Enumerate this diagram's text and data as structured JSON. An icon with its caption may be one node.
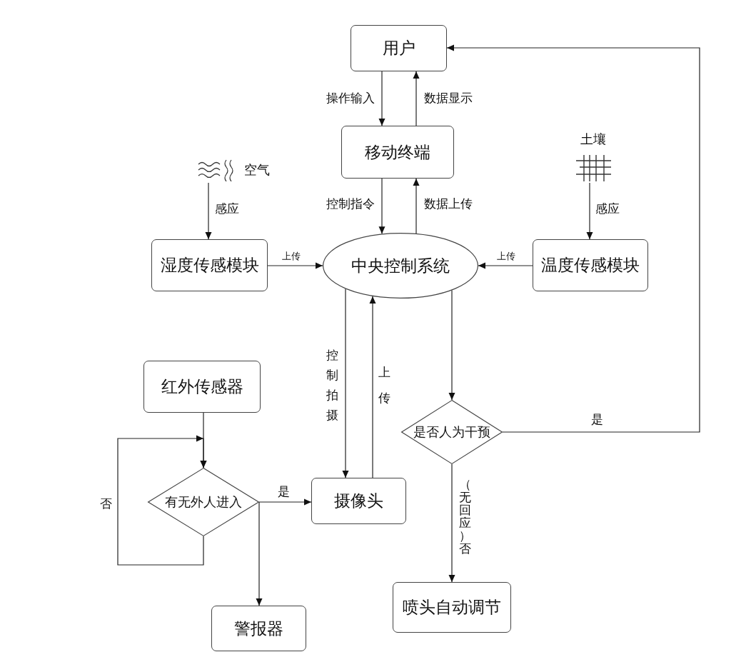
{
  "diagram": {
    "nodes": [
      {
        "text": [
          "用户"
        ]
      },
      {
        "text": [
          "移动终端"
        ]
      },
      {
        "text": [],
        "shape": "picture",
        "beside": [
          "空气"
        ]
      },
      {
        "text": [],
        "shape": "picture",
        "beside": [
          "土壤"
        ]
      },
      {
        "text": [
          "湿度传感模块"
        ]
      },
      {
        "text": [
          "中央控制系统"
        ]
      },
      {
        "text": [
          "温度传感模块"
        ]
      },
      {
        "text": [
          "红外传感器"
        ]
      },
      {
        "text": [
          "有无外人进入"
        ]
      },
      {
        "text": [
          "摄像头"
        ]
      },
      {
        "text": [
          "是否人为干预"
        ]
      },
      {
        "text": [
          "警报器"
        ]
      },
      {
        "text": [
          "喷头自动调节"
        ]
      }
    ],
    "edges": [
      {
        "from": 0,
        "to": 1,
        "arrow": "to",
        "label": "操作输入"
      },
      {
        "from": 1,
        "to": 0,
        "arrow": "to",
        "label": "数据显示"
      },
      {
        "from": 1,
        "to": 5,
        "arrow": "to",
        "label": "控制指令"
      },
      {
        "from": 5,
        "to": 1,
        "arrow": "to",
        "label": "数据上传"
      },
      {
        "from": 2,
        "to": 4,
        "arrow": "to",
        "label": "感应"
      },
      {
        "from": 3,
        "to": 6,
        "arrow": "to",
        "label": "感应"
      },
      {
        "from": 4,
        "to": 5,
        "arrow": "to",
        "label": "上传"
      },
      {
        "from": 6,
        "to": 5,
        "arrow": "to",
        "label": "上传"
      },
      {
        "from": 5,
        "to": 9,
        "arrow": "to",
        "label": "控制拍摄"
      },
      {
        "from": 9,
        "to": 5,
        "arrow": "to",
        "label": "上传"
      },
      {
        "from": 5,
        "to": 10,
        "arrow": "to"
      },
      {
        "from": 10,
        "to": 0,
        "arrow": "to",
        "label": "是"
      },
      {
        "from": 10,
        "to": 12,
        "arrow": "to",
        "label": "（无回应）否"
      },
      {
        "from": 7,
        "to": 8,
        "arrow": "to"
      },
      {
        "from": 8,
        "to": 8,
        "arrow": "to",
        "label": "否"
      },
      {
        "from": 8,
        "to": 9,
        "arrow": "to",
        "label": "是"
      },
      {
        "from": 8,
        "to": 11,
        "arrow": "to"
      }
    ]
  }
}
